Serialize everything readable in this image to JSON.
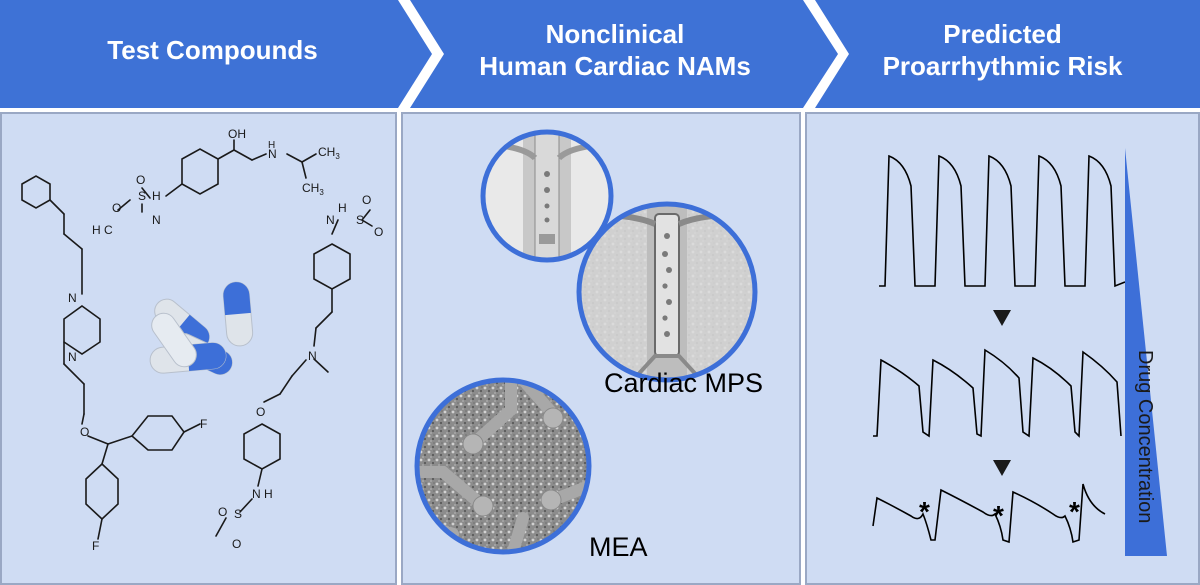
{
  "header": {
    "step1": {
      "line1": "Test Compounds",
      "line2": ""
    },
    "step2": {
      "line1": "Nonclinical",
      "line2": "Human Cardiac NAMs"
    },
    "step3": {
      "line1": "Predicted",
      "line2": "Proarrhythmic Risk"
    }
  },
  "panel_nams": {
    "mps_label": "Cardiac MPS",
    "mea_label": "MEA"
  },
  "panel_risk": {
    "gradient_label": "Drug Concentration",
    "arrhythmia_marker": "*"
  },
  "atoms": {
    "oh": "OH",
    "h": "H",
    "n": "N",
    "s": "S",
    "o": "O",
    "f": "F",
    "ch3": "CH",
    "h3c": "H C",
    "sub3": "3"
  },
  "colors": {
    "header_blue": "#3e72d6",
    "panel_bg": "#cfdcf3",
    "circle_ring": "#3d6fd8",
    "capsule_blue": "#3d6fd8",
    "capsule_gray": "#dfe4ea"
  }
}
